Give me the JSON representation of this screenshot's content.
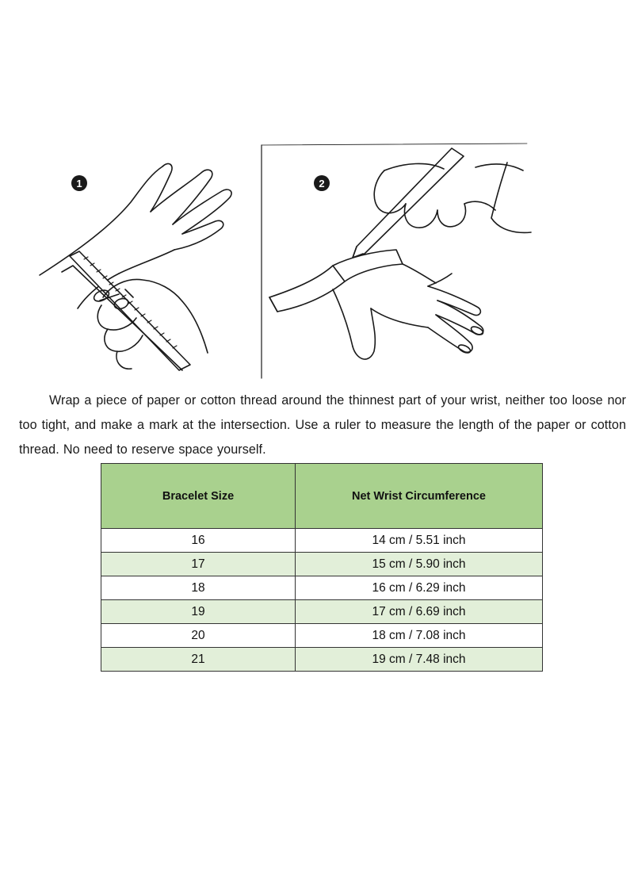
{
  "instructions": "Wrap a piece of paper or cotton thread around the thinnest part of your wrist, neither too loose nor too tight, and make a mark at the intersection. Use a ruler to measure the length of the paper or cotton thread. No need to reserve space yourself.",
  "illustration": {
    "step1_icon": "number-1-circle",
    "step2_icon": "number-2-circle"
  },
  "table": {
    "headers": [
      "Bracelet Size",
      "Net Wrist Circumference"
    ],
    "rows": [
      [
        "16",
        "14 cm / 5.51 inch"
      ],
      [
        "17",
        "15 cm / 5.90 inch"
      ],
      [
        "18",
        "16 cm / 6.29 inch"
      ],
      [
        "19",
        "17 cm / 6.69 inch"
      ],
      [
        "20",
        "18 cm / 7.08 inch"
      ],
      [
        "21",
        "19 cm / 7.48 inch"
      ]
    ],
    "header_color": "#a9d18e",
    "stripe_color": "#e2efd9"
  }
}
